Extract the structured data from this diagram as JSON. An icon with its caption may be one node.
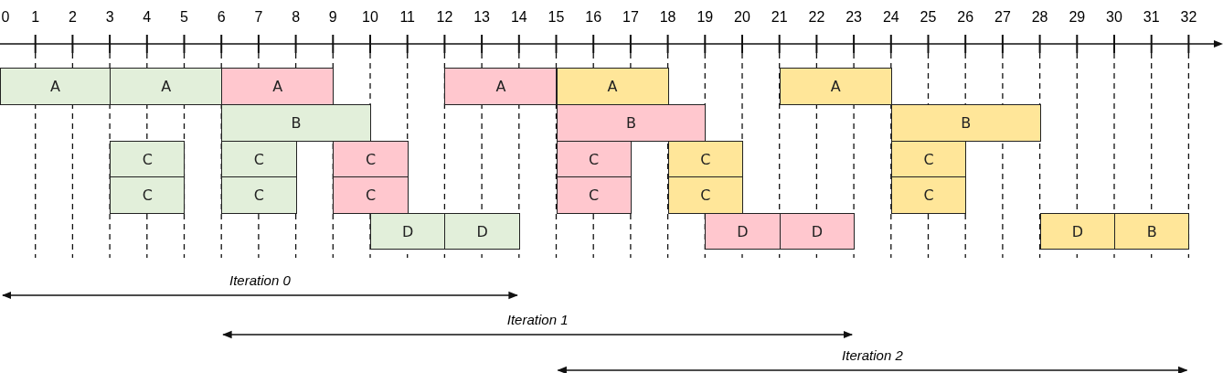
{
  "diagram": {
    "nodes": [
      {
        "text": [
          "A"
        ]
      },
      {
        "text": [
          "A"
        ]
      },
      {
        "text": [
          "A"
        ]
      },
      {
        "text": [
          "A"
        ]
      },
      {
        "text": [
          "A"
        ]
      },
      {
        "text": [
          "A"
        ]
      },
      {
        "text": [
          "B"
        ]
      },
      {
        "text": [
          "B"
        ]
      },
      {
        "text": [
          "B"
        ]
      },
      {
        "text": [
          "C"
        ]
      },
      {
        "text": [
          "C"
        ]
      },
      {
        "text": [
          "C"
        ]
      },
      {
        "text": [
          "C"
        ]
      },
      {
        "text": [
          "C"
        ]
      },
      {
        "text": [
          "C"
        ]
      },
      {
        "text": [
          "C"
        ]
      },
      {
        "text": [
          "C"
        ]
      },
      {
        "text": [
          "C"
        ]
      },
      {
        "text": [
          "C"
        ]
      },
      {
        "text": [
          "C"
        ]
      },
      {
        "text": [
          "C"
        ]
      },
      {
        "text": [
          "D"
        ]
      },
      {
        "text": [
          "D"
        ]
      },
      {
        "text": [
          "D"
        ]
      },
      {
        "text": [
          "D"
        ]
      },
      {
        "text": [
          "D"
        ]
      },
      {
        "text": [
          "B"
        ]
      }
    ],
    "edges": [],
    "labels": [
      "0",
      "1",
      "2",
      "3",
      "4",
      "5",
      "6",
      "7",
      "8",
      "9",
      "10",
      "11",
      "12",
      "13",
      "14",
      "15",
      "16",
      "17",
      "18",
      "19",
      "20",
      "21",
      "22",
      "23",
      "24",
      "25",
      "26",
      "27",
      "28",
      "29",
      "30",
      "31",
      "32",
      "Iteration 0",
      "Iteration 1",
      "Iteration 2"
    ]
  }
}
